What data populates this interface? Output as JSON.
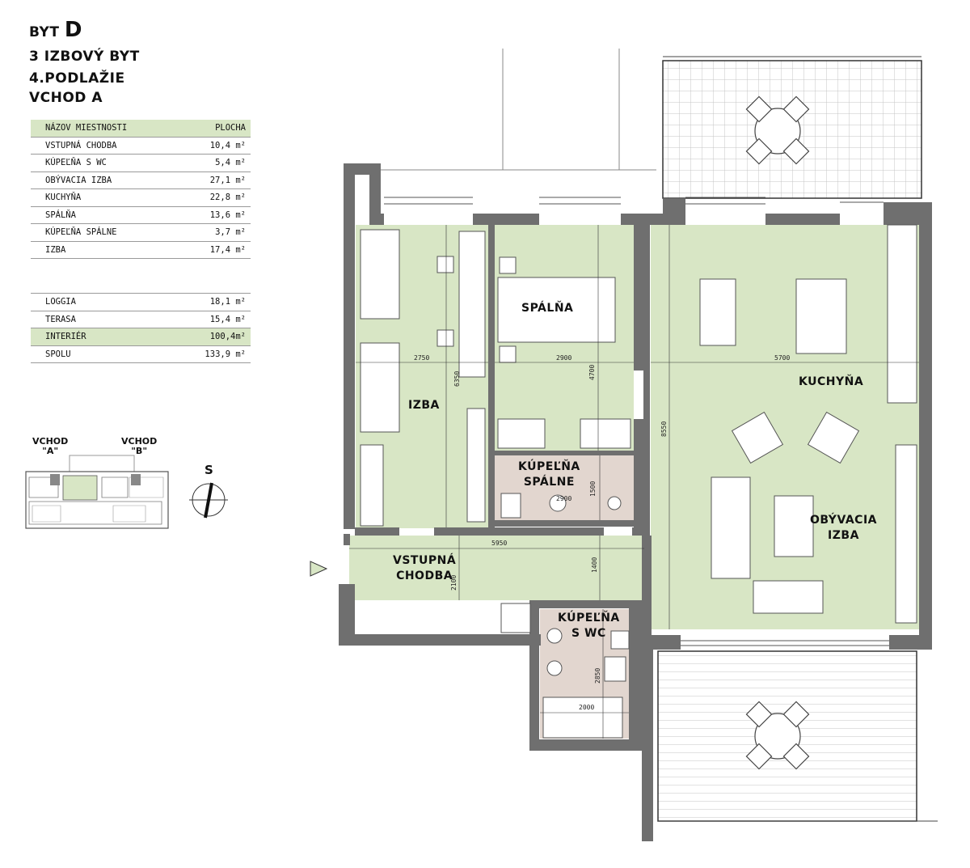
{
  "header": {
    "byt_prefix": "BYT",
    "byt_letter": "D",
    "type": "3 IZBOVÝ BYT",
    "floor": "4.PODLAŽIE",
    "entrance": "VCHOD A"
  },
  "areas_table": {
    "col_name": "NÁZOV MIESTNOSTI",
    "col_area": "PLOCHA",
    "rows": [
      {
        "name": "VSTUPNÁ CHODBA",
        "area": "10,4 m²"
      },
      {
        "name": "KÚPEĽŇA S WC",
        "area": "5,4 m²"
      },
      {
        "name": "OBÝVACIA IZBA",
        "area": "27,1 m²"
      },
      {
        "name": "KUCHYŇA",
        "area": "22,8 m²"
      },
      {
        "name": "SPÁLŇA",
        "area": "13,6 m²"
      },
      {
        "name": "KÚPEĽŇA SPÁLNE",
        "area": "3,7 m²"
      },
      {
        "name": "IZBA",
        "area": "17,4 m²"
      }
    ],
    "totals": [
      {
        "name": "LOGGIA",
        "area": "18,1 m²"
      },
      {
        "name": "TERASA",
        "area": "15,4 m²"
      },
      {
        "name": "INTERIÉR",
        "area": "100,4m²"
      },
      {
        "name": "SPOLU",
        "area": "133,9 m²"
      }
    ]
  },
  "key_plan": {
    "entrance_a_line1": "VCHOD",
    "entrance_a_line2": "\"A\"",
    "entrance_b_line1": "VCHOD",
    "entrance_b_line2": "\"B\""
  },
  "north_arrow": {
    "label": "S"
  },
  "rooms": {
    "izba": "IZBA",
    "spalna": "SPÁLŇA",
    "kuchyna": "KUCHYŇA",
    "obyvacia_line1": "OBÝVACIA",
    "obyvacia_line2": "IZBA",
    "kupelna_spalne_line1": "KÚPEĽŇA",
    "kupelna_spalne_line2": "SPÁLNE",
    "chodba_line1": "VSTUPNÁ",
    "chodba_line2": "CHODBA",
    "kupelna_wc_line1": "KÚPEĽŇA",
    "kupelna_wc_line2": "S WC"
  },
  "dimensions": {
    "izba_w": "2750",
    "izba_h": "6350",
    "spalna_w": "2900",
    "spalna_h": "4700",
    "kuchyna_w": "5700",
    "obyvacia_h": "8550",
    "kupelna_spalne_w": "2900",
    "kupelna_spalne_h": "1500",
    "chodba_w": "5950",
    "chodba_h": "2100",
    "chodba_h2": "1400",
    "kupelna_wc_h": "2850",
    "kupelna_wc_w": "2000"
  },
  "colors": {
    "room_fill": "#d8e6c5",
    "bath_fill": "#e2d6cf",
    "wall": "#6f6f6f",
    "tile": "#bdbdbd"
  }
}
